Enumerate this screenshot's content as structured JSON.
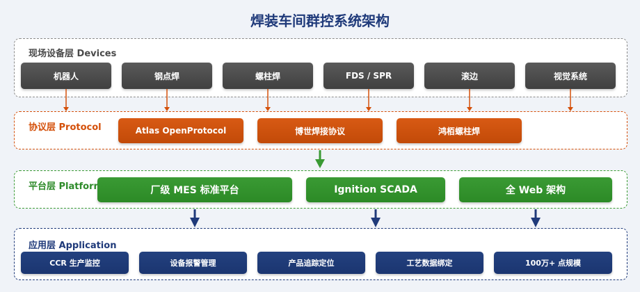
{
  "title": "焊装车间群控系统架构",
  "colors": {
    "devices": "#4a4a4a",
    "protocol": "#d4500a",
    "platform": "#2e8b2a",
    "application": "#1f3a7a"
  },
  "layers": {
    "devices": {
      "label": "现场设备层 Devices",
      "items": [
        "机器人",
        "钢点焊",
        "螺柱焊",
        "FDS / SPR",
        "滚边",
        "视觉系统"
      ]
    },
    "protocol": {
      "label": "协议层 Protocol",
      "items": [
        "Atlas OpenProtocol",
        "博世焊接协议",
        "鸿栢螺柱焊"
      ]
    },
    "platform": {
      "label": "平台层 Platform",
      "items": [
        "厂级 MES 标准平台",
        "Ignition SCADA",
        "全 Web 架构"
      ]
    },
    "application": {
      "label": "应用层 Application",
      "items": [
        "CCR 生产监控",
        "设备报警管理",
        "产品追踪定位",
        "工艺数据绑定",
        "100万+ 点规模"
      ]
    }
  }
}
